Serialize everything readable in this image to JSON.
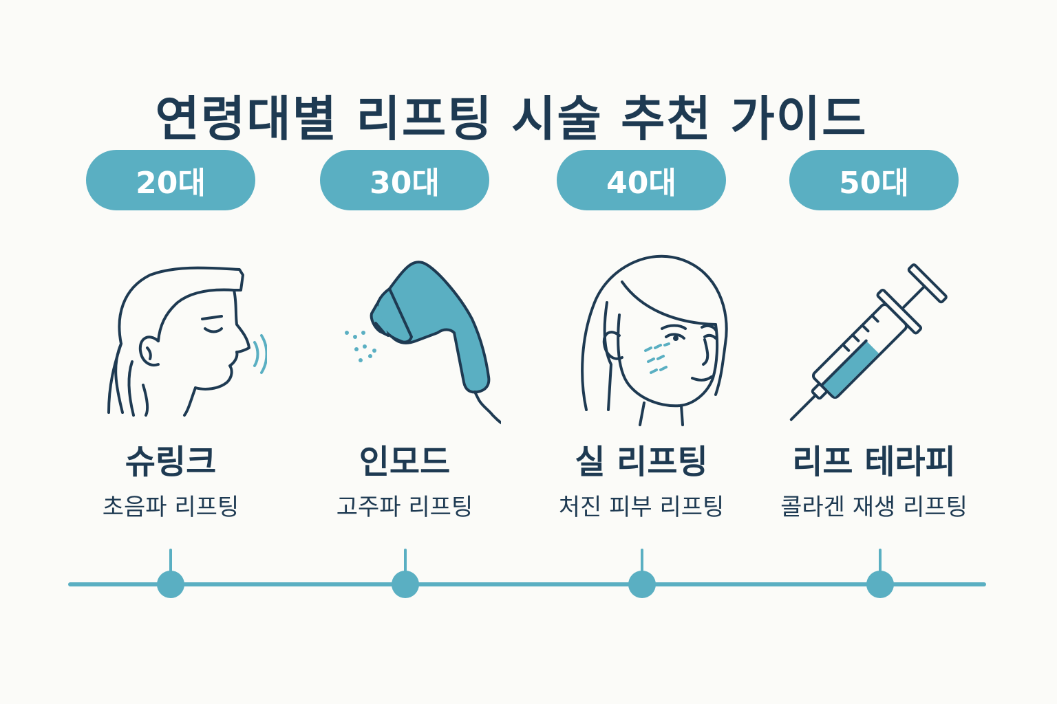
{
  "title": "연령대별 리프팅 시술 추천 가이드",
  "colors": {
    "accent": "#5aafc2",
    "ink": "#1e3a52",
    "background": "#fbfbf8"
  },
  "items": [
    {
      "age": "20대",
      "name": "슈링크",
      "desc": "초음파 리프팅",
      "icon": "face-profile-ultrasound-icon"
    },
    {
      "age": "30대",
      "name": "인모드",
      "desc": "고주파 리프팅",
      "icon": "handheld-device-icon"
    },
    {
      "age": "40대",
      "name": "실 리프팅",
      "desc": "처진 피부 리프팅",
      "icon": "woman-face-icon"
    },
    {
      "age": "50대",
      "name": "리프 테라피",
      "desc": "콜라겐 재생 리프팅",
      "icon": "syringe-icon"
    }
  ]
}
